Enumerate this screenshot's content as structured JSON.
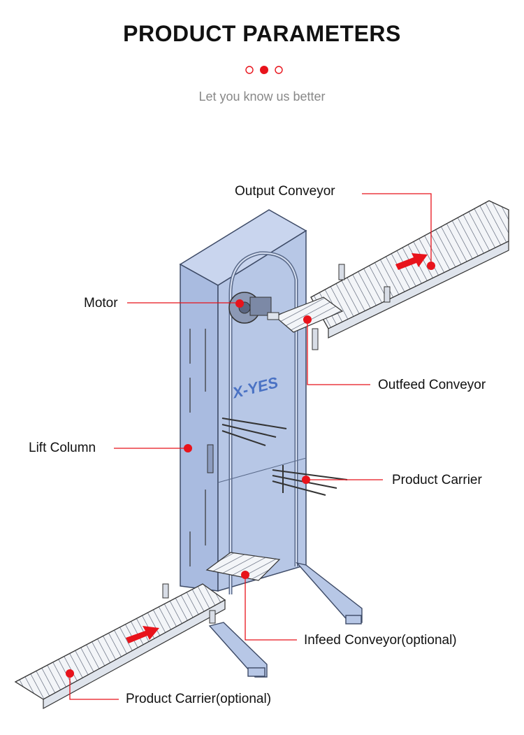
{
  "header": {
    "title": "PRODUCT PARAMETERS",
    "subtitle": "Let you know us better"
  },
  "brand": {
    "logo_text": "X-YES"
  },
  "colors": {
    "accent": "#e8131b",
    "machine_fill": "#b7c7e6",
    "machine_stroke": "#3d4a66"
  },
  "callouts": {
    "output_conveyor": "Output Conveyor",
    "motor": "Motor",
    "outfeed_conveyor": "Outfeed Conveyor",
    "lift_column": "Lift Column",
    "product_carrier": "Product Carrier",
    "infeed_conveyor": "Infeed Conveyor(optional)",
    "product_carrier_optional": "Product Carrier(optional)"
  }
}
